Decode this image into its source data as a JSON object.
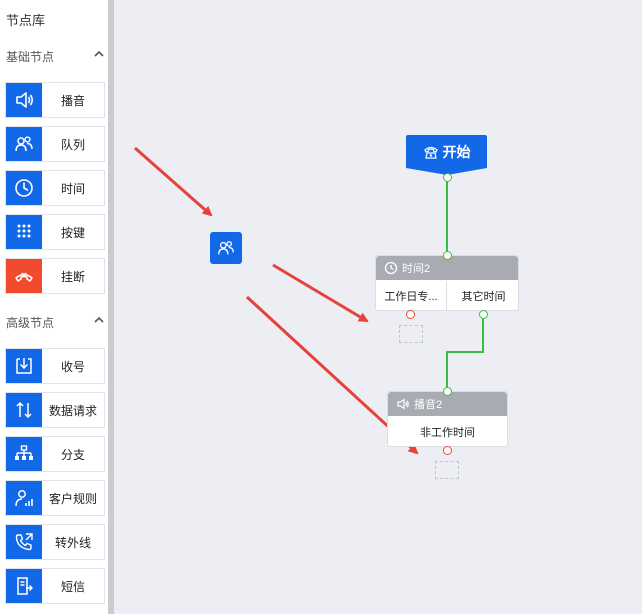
{
  "sidebar": {
    "title": "节点库",
    "basic_section": "基础节点",
    "advanced_section": "高级节点",
    "basic_items": [
      {
        "label": "播音",
        "icon": "speaker-icon"
      },
      {
        "label": "队列",
        "icon": "users-icon"
      },
      {
        "label": "时间",
        "icon": "clock-icon"
      },
      {
        "label": "按键",
        "icon": "keypad-icon"
      },
      {
        "label": "挂断",
        "icon": "hangup-icon"
      }
    ],
    "advanced_items": [
      {
        "label": "收号",
        "icon": "download-icon"
      },
      {
        "label": "数据请求",
        "icon": "data-request-icon"
      },
      {
        "label": "分支",
        "icon": "branch-icon"
      },
      {
        "label": "客户规则",
        "icon": "customer-rule-icon"
      },
      {
        "label": "转外线",
        "icon": "transfer-call-icon"
      },
      {
        "label": "短信",
        "icon": "sms-icon"
      }
    ]
  },
  "canvas": {
    "start": {
      "label": "开始"
    },
    "time_node": {
      "title": "时间2",
      "branch_left": "工作日专...",
      "branch_right": "其它时间"
    },
    "play_node": {
      "title": "播音2",
      "branch": "非工作时间"
    }
  },
  "colors": {
    "primary": "#1368e8",
    "danger": "#f24a2c",
    "connector": "#35c13d",
    "arrow": "#e8403a",
    "node_header": "#a9abb3"
  }
}
